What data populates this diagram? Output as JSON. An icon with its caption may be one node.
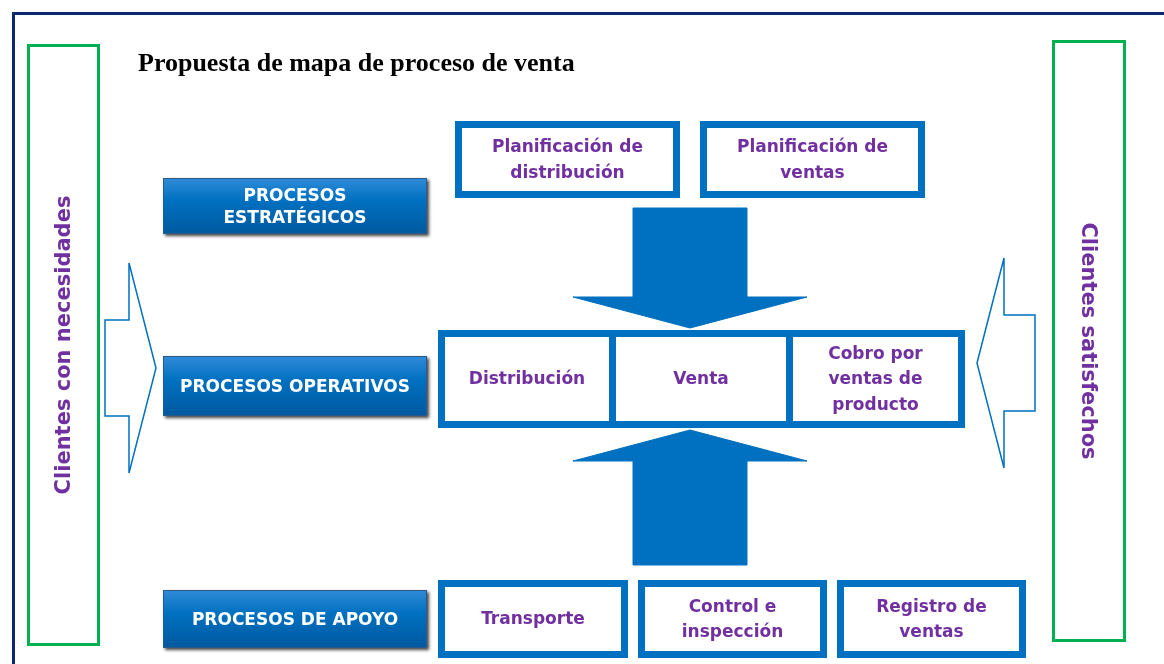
{
  "diagram": {
    "title": "Propuesta de mapa de proceso de venta",
    "nodes": [
      {
        "text": [
          "Clientes con necesidades"
        ]
      },
      {
        "text": [
          "Clientes satisfechos"
        ]
      },
      {
        "text": [
          "PROCESOS ESTRATÉGICOS"
        ]
      },
      {
        "text": [
          "Planificación de distribución"
        ]
      },
      {
        "text": [
          "Planificación de ventas"
        ]
      },
      {
        "text": [
          "PROCESOS OPERATIVOS"
        ]
      },
      {
        "text": [
          "Distribución"
        ]
      },
      {
        "text": [
          "Venta"
        ]
      },
      {
        "text": [
          "Cobro por ventas de producto"
        ]
      },
      {
        "text": [
          "PROCESOS DE APOYO"
        ]
      },
      {
        "text": [
          "Transporte"
        ]
      },
      {
        "text": [
          "Control e inspección"
        ]
      },
      {
        "text": [
          "Registro de ventas"
        ]
      }
    ],
    "edges": [
      {
        "from": 0,
        "to": 5,
        "arrow": "to"
      },
      {
        "from": 1,
        "to": 8,
        "arrow": "to"
      },
      {
        "from": null,
        "to": 7,
        "arrow": "to",
        "style": "thick"
      },
      {
        "from": null,
        "to": 7,
        "arrow": "to",
        "style": "thick"
      }
    ]
  }
}
